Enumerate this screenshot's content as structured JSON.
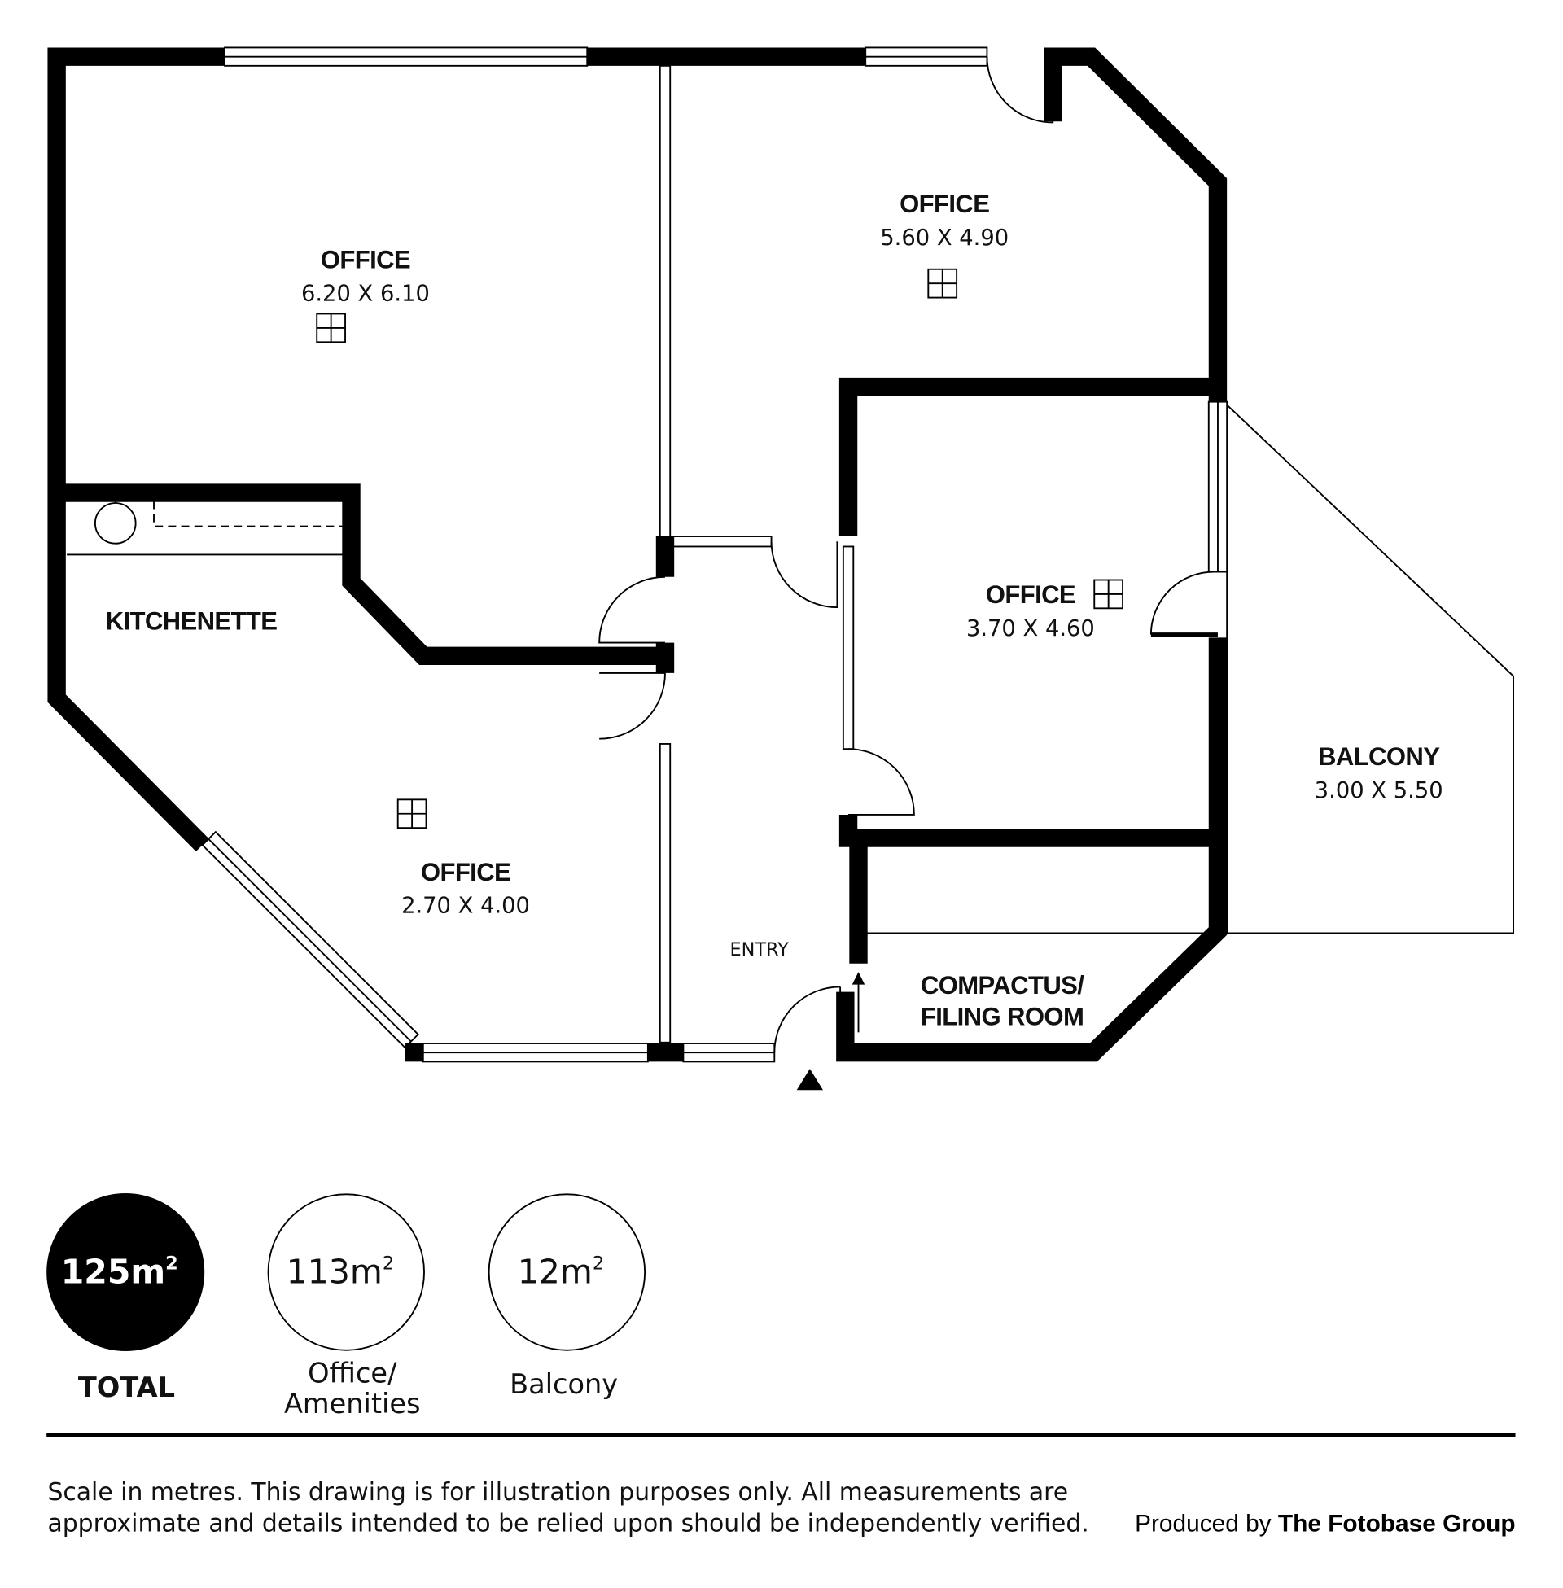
{
  "rooms": [
    {
      "name": "OFFICE",
      "size": "6.20 X 6.10"
    },
    {
      "name": "OFFICE",
      "size": "5.60 X 4.90"
    },
    {
      "name": "OFFICE",
      "size": "3.70 X 4.60"
    },
    {
      "name": "OFFICE",
      "size": "2.70 X 4.00"
    },
    {
      "name": "KITCHENETTE"
    },
    {
      "name": "BALCONY",
      "size": "3.00 X 5.50"
    },
    {
      "name": "ENTRY"
    },
    {
      "name_line1": "COMPACTUS/",
      "name_line2": "FILING ROOM"
    }
  ],
  "areas": [
    {
      "value": "125m",
      "sup": "2",
      "label": "TOTAL"
    },
    {
      "value": "113m",
      "sup": "2",
      "label_line1": "Office/",
      "label_line2": "Amenities"
    },
    {
      "value": "12m",
      "sup": "2",
      "label": "Balcony"
    }
  ],
  "footer": {
    "disclaimer_line1": "Scale in metres. This drawing is for illustration purposes only. All measurements are",
    "disclaimer_line2": "approximate and details intended to be relied upon should be independently verified.",
    "produced_by": "Produced by",
    "company": "The Fotobase Group"
  }
}
